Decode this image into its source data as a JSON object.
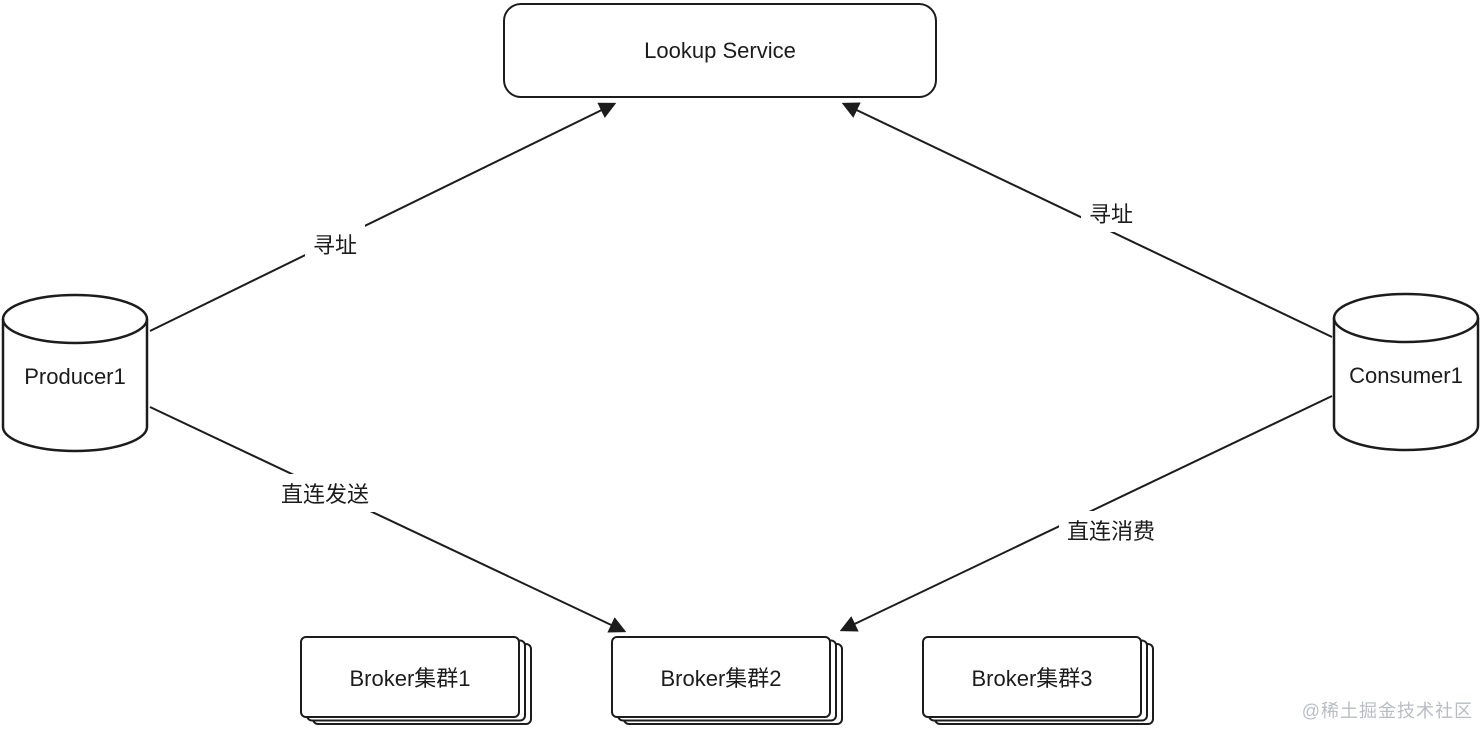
{
  "diagram": {
    "type": "architecture-diagram",
    "nodes": {
      "lookup_service": {
        "label": "Lookup Service",
        "shape": "rounded-rectangle"
      },
      "producer1": {
        "label": "Producer1",
        "shape": "cylinder"
      },
      "consumer1": {
        "label": "Consumer1",
        "shape": "cylinder"
      },
      "broker1": {
        "label": "Broker集群1",
        "shape": "stacked-box"
      },
      "broker2": {
        "label": "Broker集群2",
        "shape": "stacked-box"
      },
      "broker3": {
        "label": "Broker集群3",
        "shape": "stacked-box"
      }
    },
    "edges": [
      {
        "from": "Producer1",
        "to": "Lookup Service",
        "label": "寻址"
      },
      {
        "from": "Consumer1",
        "to": "Lookup Service",
        "label": "寻址"
      },
      {
        "from": "Producer1",
        "to": "Broker集群2",
        "label": "直连发送"
      },
      {
        "from": "Consumer1",
        "to": "Broker集群2",
        "label": "直连消费"
      }
    ],
    "colors": {
      "stroke": "#1c1c1c",
      "fill": "#ffffff",
      "background": "#ffffff",
      "watermark": "#b9bdc3"
    }
  },
  "watermark": {
    "text": "@稀土掘金技术社区"
  }
}
